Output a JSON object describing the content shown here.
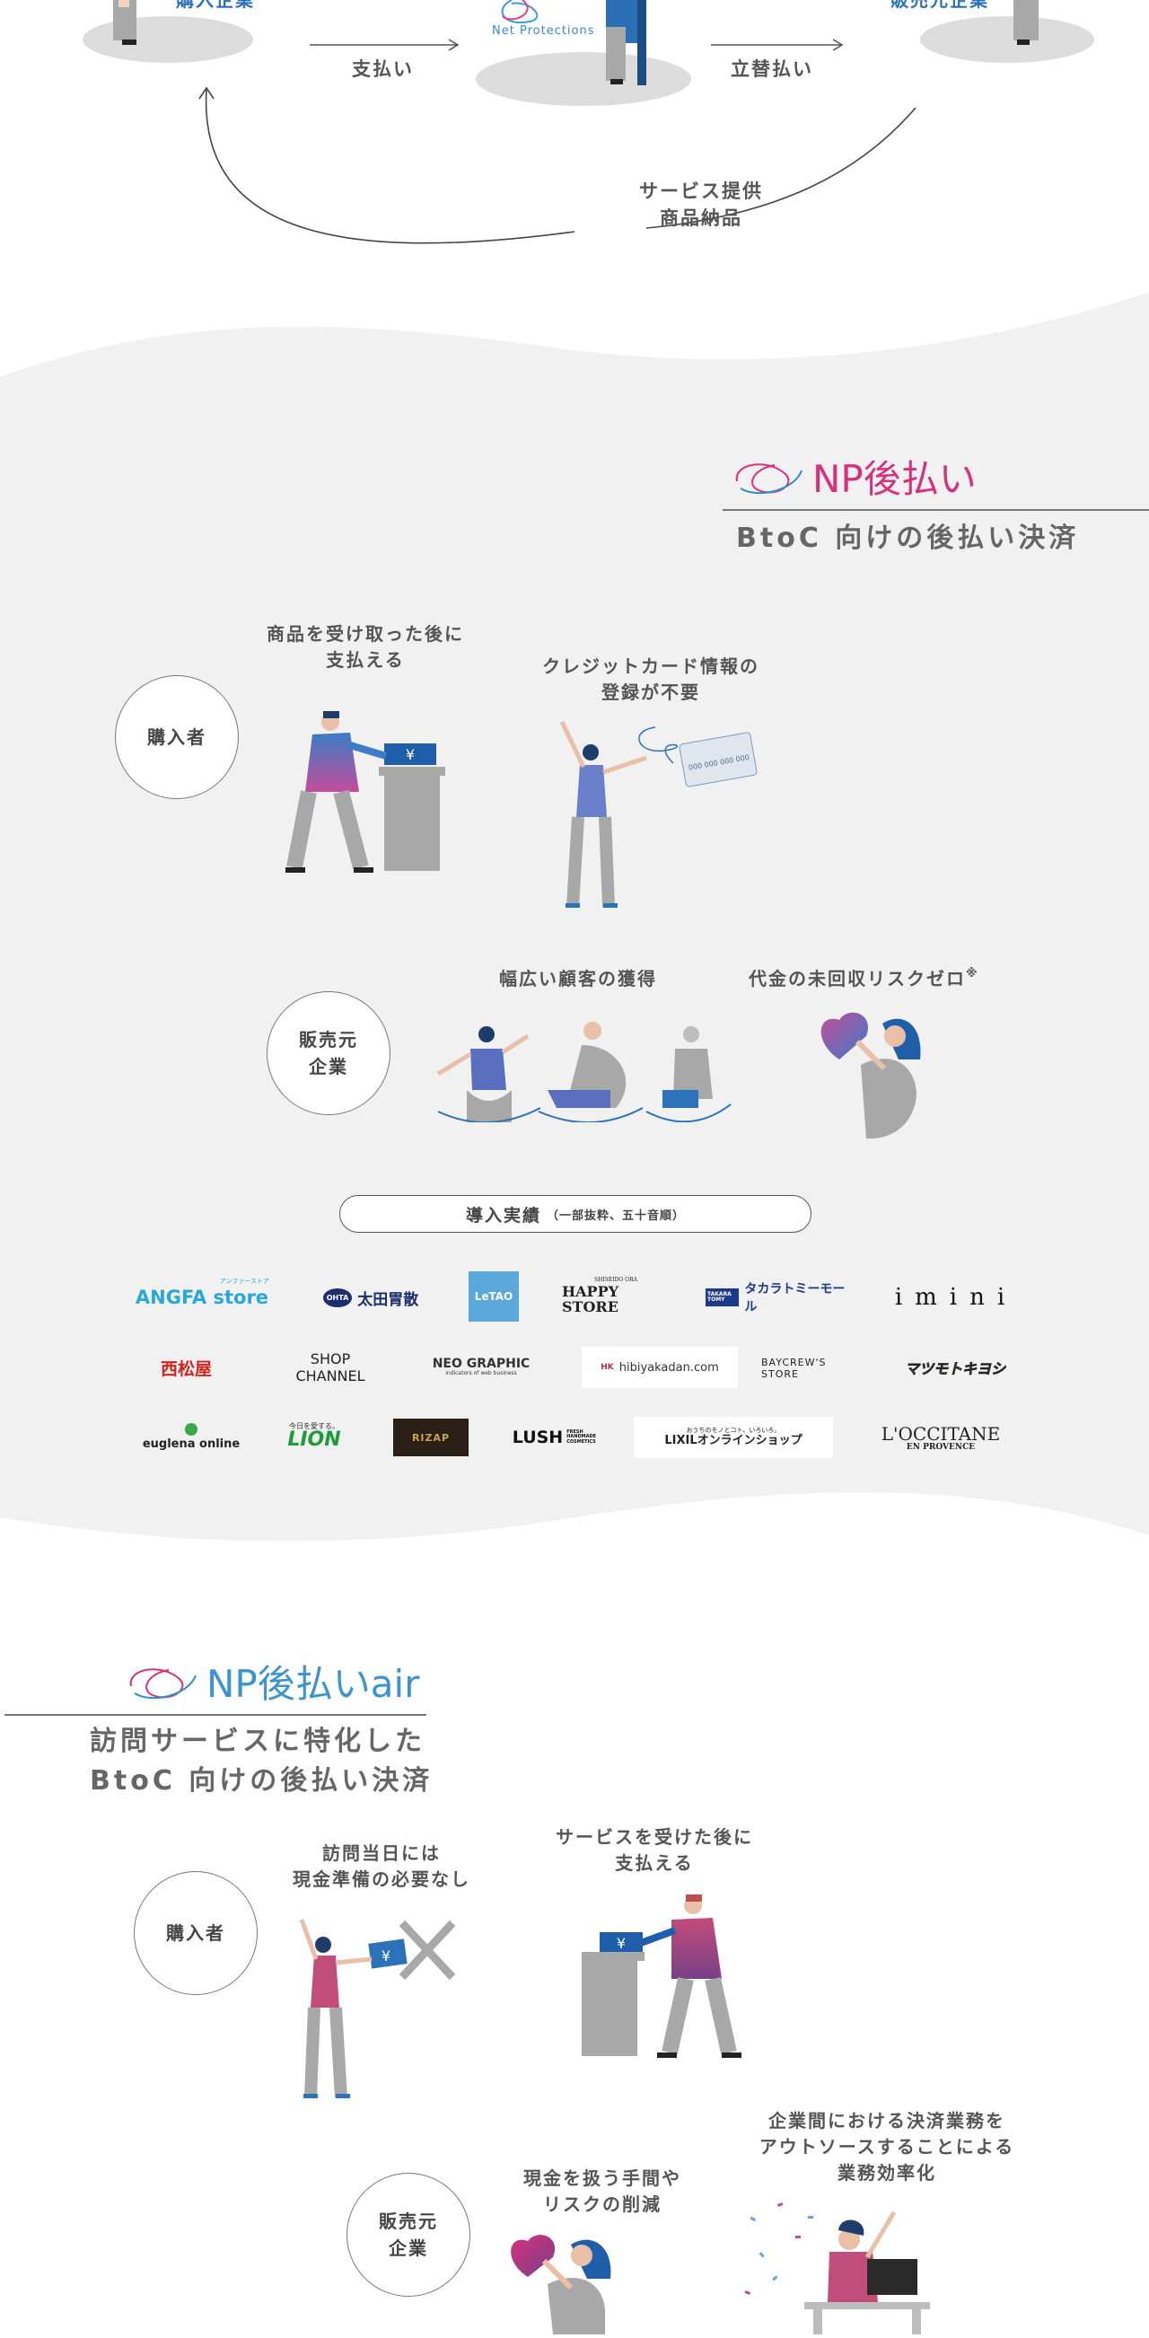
{
  "top_diagram": {
    "buyer_label": "購入企業",
    "np_logo_text": "Net Protections",
    "seller_label": "販売元企業",
    "arrow_left_label": "支払い",
    "arrow_right_label": "立替払い",
    "curve_label_line1": "サービス提供",
    "curve_label_line2": "商品納品"
  },
  "np_atobarai": {
    "brand": "NP後払い",
    "subtitle": "BtoC 向けの後払い決済",
    "buyer_circle": "購入者",
    "buyer_point1": [
      "商品を受け取った後に",
      "支払える"
    ],
    "buyer_point2": [
      "クレジットカード情報の",
      "登録が不要"
    ],
    "seller_circle": [
      "販売元",
      "企業"
    ],
    "seller_point1": "幅広い顧客の獲得",
    "seller_point2": "代金の未回収リスクゼロ",
    "seller_point2_note": "※",
    "yen_symbol": "¥",
    "card_number": "000 000 000 000",
    "intro_title": "導入実績",
    "intro_note": "（一部抜粋、五十音順）",
    "logos_row1": [
      "ANGFA store",
      "太田胃散",
      "LeTAO",
      "HAPPY STORE",
      "タカラトミーモール",
      "imini"
    ],
    "logos_row2": [
      "西松屋",
      "SHOP CHANNEL",
      "NEO GRAPHIC",
      "hibiyakadan.com",
      "BAYCREW'S STORE",
      "マツモトキヨシ"
    ],
    "logos_row3": [
      "euglena online",
      "LION",
      "RIZAP",
      "LUSH",
      "LIXILオンラインショップ",
      "L'OCCITANE"
    ],
    "logo_small_texts": {
      "angfa_small": "アンファーストア",
      "happy_small": "SHISEIDO ORA",
      "neo_small": "indicators of web business",
      "baycrews_small": "STORE",
      "lion_small": "今日を愛する。",
      "lush_small": "FRESH HANDMADE COSMETICS",
      "lixil_small": "おうちのモノとコト、いろいろ。",
      "loccitane_small": "EN PROVENCE",
      "takara_badge": "TAKARA TOMY",
      "ohta_badge": "OHTA",
      "hk_badge": "HK"
    }
  },
  "np_atobarai_air": {
    "brand": "NP後払いair",
    "subtitle_line1": "訪問サービスに特化した",
    "subtitle_line2": "BtoC 向けの後払い決済",
    "buyer_circle": "購入者",
    "buyer_point1": [
      "訪問当日には",
      "現金準備の必要なし"
    ],
    "buyer_point2": [
      "サービスを受けた後に",
      "支払える"
    ],
    "seller_circle": [
      "販売元",
      "企業"
    ],
    "seller_point1": [
      "現金を扱う手間や",
      "リスクの削減"
    ],
    "seller_point2": [
      "企業間における決済業務を",
      "アウトソースすることによる",
      "業務効率化"
    ]
  }
}
